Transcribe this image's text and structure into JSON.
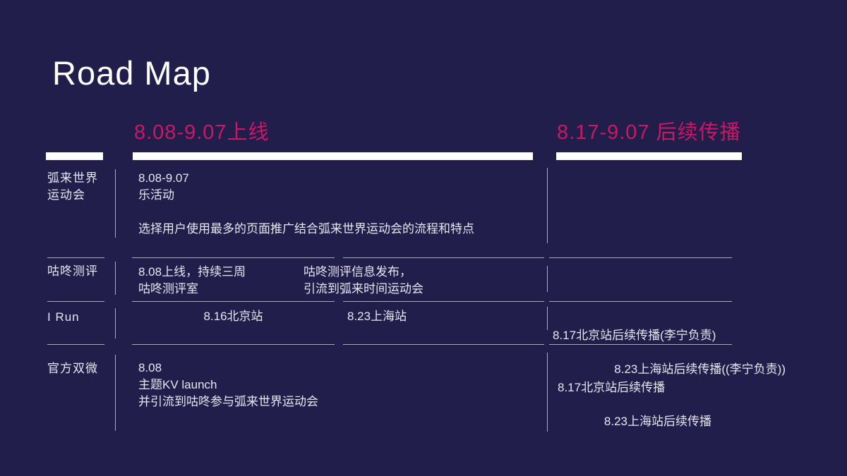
{
  "slide": {
    "title": "Road Map"
  },
  "phases": [
    {
      "label": "8.08-9.07上线"
    },
    {
      "label": "8.17-9.07 后续传播"
    }
  ],
  "rows": [
    {
      "label": "弧来世界\n运动会",
      "phase1": "8.08-9.07\n乐活动\n\n选择用户使用最多的页面推广结合弧来世界运动会的流程和特点",
      "phase2": ""
    },
    {
      "label": "咕咚测评",
      "cell1": "8.08上线，持续三周\n咕咚测评室",
      "cell2": "咕咚测评信息发布，\n引流到弧来时间运动会",
      "phase2": ""
    },
    {
      "label": "I Run",
      "cell1": "8.16北京站",
      "cell2": "8.23上海站",
      "phase2_line1": "8.17北京站后续传播(李宁负责)",
      "phase2_line2": "8.23上海站后续传播((李宁负责))"
    },
    {
      "label": "官方双微",
      "phase1": "8.08\n主题KV launch\n并引流到咕咚参与弧来世界运动会",
      "phase2_line1": "8.17北京站后续传播",
      "phase2_line2": "8.23上海站后续传播"
    }
  ],
  "colors": {
    "background": "#221e4b",
    "accent_pink": "#cb1765",
    "text": "#e8e6f1",
    "grid_line": "#aeabc8",
    "bar": "#ffffff"
  }
}
